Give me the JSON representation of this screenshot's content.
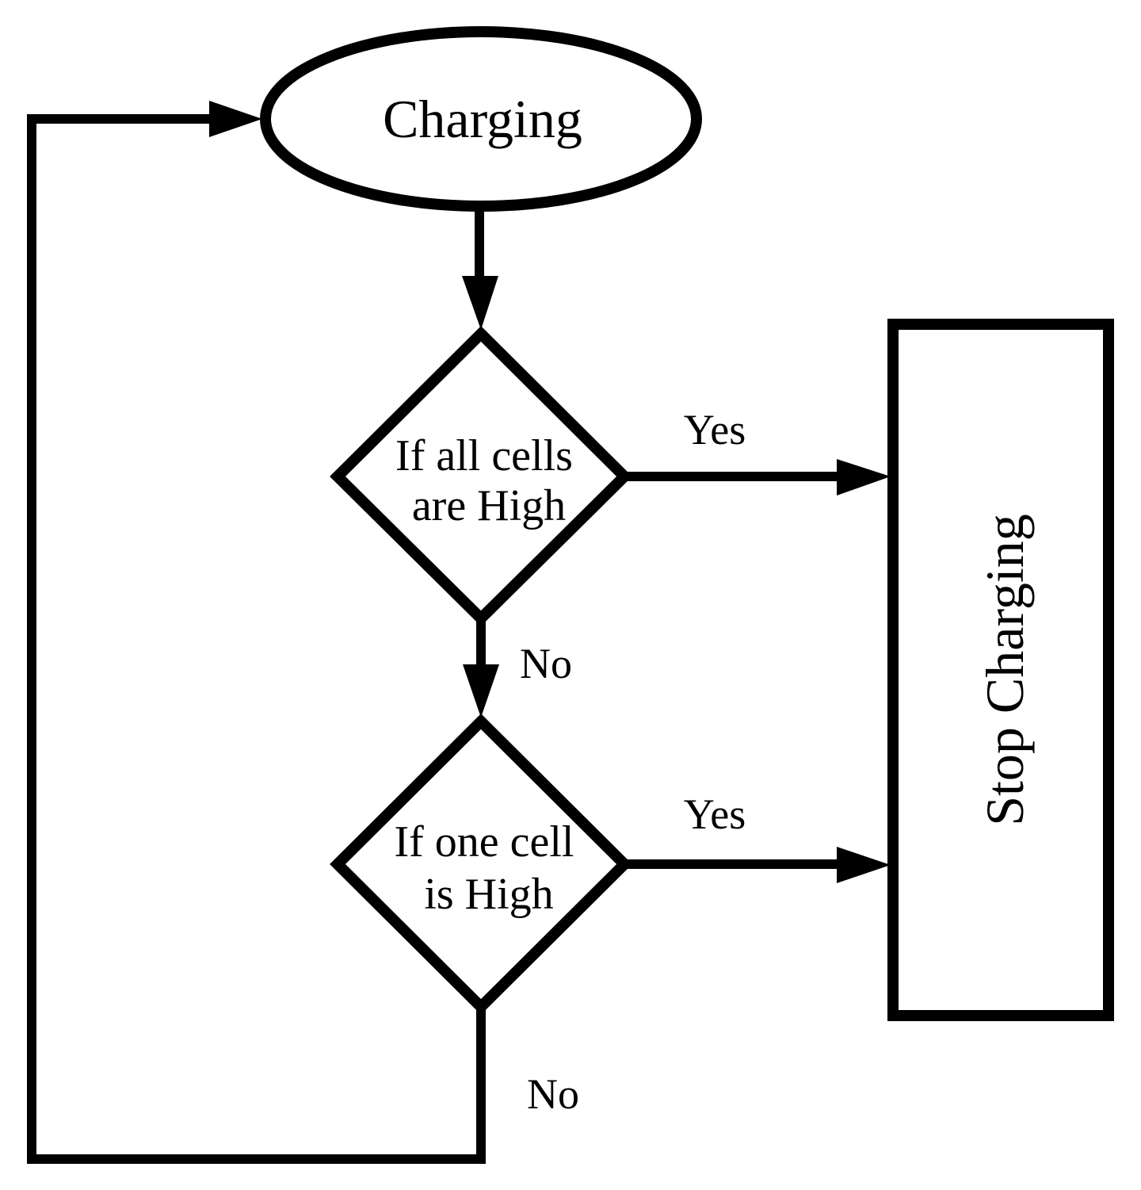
{
  "nodes": {
    "start": {
      "label": "Charging"
    },
    "decision_all": {
      "line1": "If all cells",
      "line2": "are High"
    },
    "decision_one": {
      "line1": "If one cell",
      "line2": "is High"
    },
    "stop": {
      "label": "Stop Charging"
    }
  },
  "edges": {
    "all_yes": {
      "label": "Yes"
    },
    "all_no": {
      "label": "No"
    },
    "one_yes": {
      "label": "Yes"
    },
    "one_no": {
      "label": "No"
    }
  }
}
